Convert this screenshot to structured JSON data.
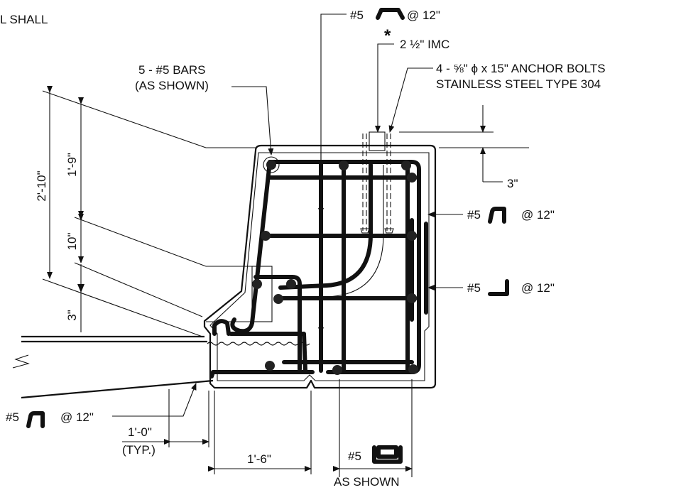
{
  "labels": {
    "top_left_note": "L SHALL",
    "stirrup_top": "#5",
    "stirrup_top_spacing": "@ 12\"",
    "conduit_mark": "*",
    "conduit": "2 ½\" IMC",
    "anchor_bolts_line1": "4 - ⅝\" ϕ  x 15\" ANCHOR BOLTS",
    "anchor_bolts_line2": "STAINLESS STEEL TYPE 304",
    "long_bars_line1": "5 - #5 BARS",
    "long_bars_line2": "(AS SHOWN)",
    "dim_top_cover": "3\"",
    "bar_right_upper": "#5",
    "bar_right_upper_spacing": "@ 12\"",
    "bar_right_lower": "#5",
    "bar_right_lower_spacing": "@ 12\"",
    "bar_bottom_left": "#5",
    "bar_bottom_left_spacing": "@ 12\"",
    "dim_typ_value": "1'-0\"",
    "dim_typ_note": "(TYP.)",
    "dim_width": "1'-6\"",
    "bar_bottom_u": "#5",
    "bar_bottom_u_note": "AS SHOWN",
    "dim_total_height": "2'-10\"",
    "dim_upper_height": "1'-9\"",
    "dim_mid_height": "10\"",
    "dim_low_height": "3\""
  },
  "colors": {
    "ink": "#111111",
    "background": "#ffffff"
  }
}
